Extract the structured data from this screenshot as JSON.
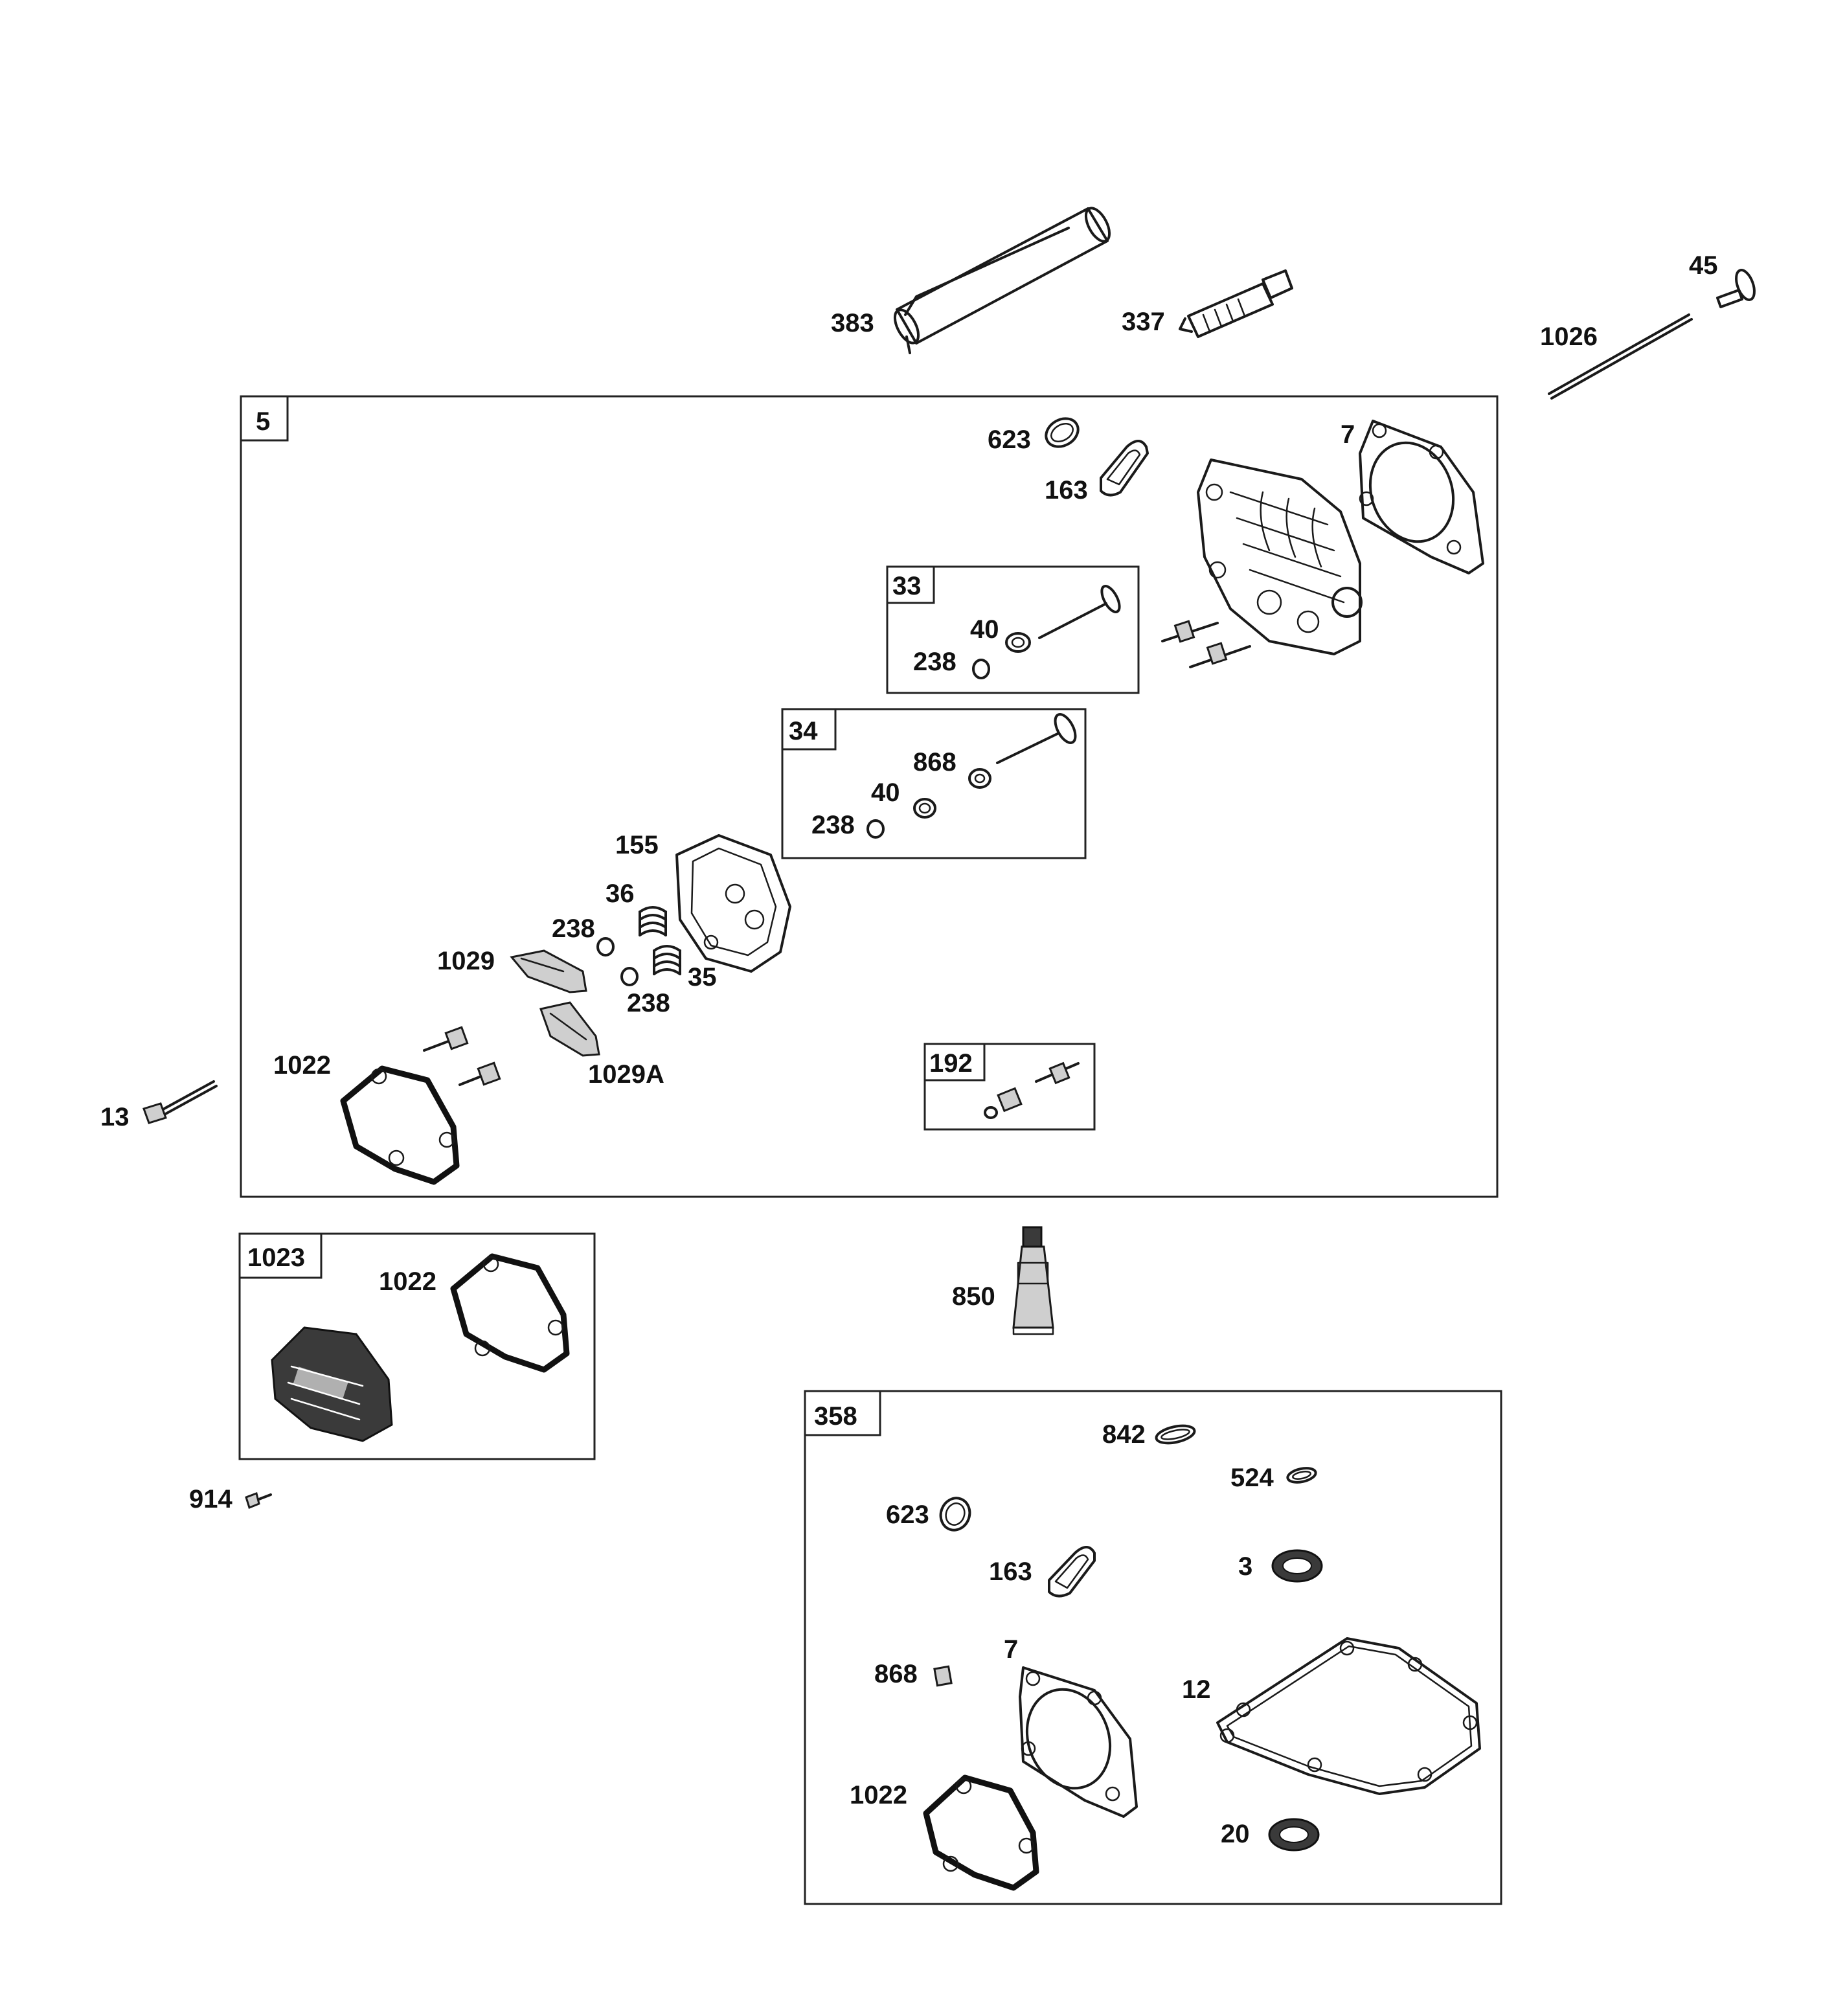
{
  "groups": {
    "g5": "5",
    "g33": "33",
    "g34": "34",
    "g192": "192",
    "g1023": "1023",
    "g358": "358"
  },
  "labels": {
    "p383": "383",
    "p337": "337",
    "p45": "45",
    "p1026": "1026",
    "p623a": "623",
    "p163a": "163",
    "p7a": "7",
    "p40a": "40",
    "p238a": "238",
    "p868a": "868",
    "p40b": "40",
    "p238b": "238",
    "p155": "155",
    "p36": "36",
    "p238c": "238",
    "p1029": "1029",
    "p35": "35",
    "p238d": "238",
    "p1022a": "1022",
    "p1029A": "1029A",
    "p13": "13",
    "p1022b": "1022",
    "p850": "850",
    "p914": "914",
    "p842": "842",
    "p524": "524",
    "p623b": "623",
    "p163b": "163",
    "p3": "3",
    "p7b": "7",
    "p868b": "868",
    "p12": "12",
    "p1022c": "1022",
    "p20": "20"
  },
  "colors": {
    "ink": "#111111",
    "frame": "#222222",
    "shade": "#cfcfcf",
    "dark": "#3a3a3a"
  }
}
